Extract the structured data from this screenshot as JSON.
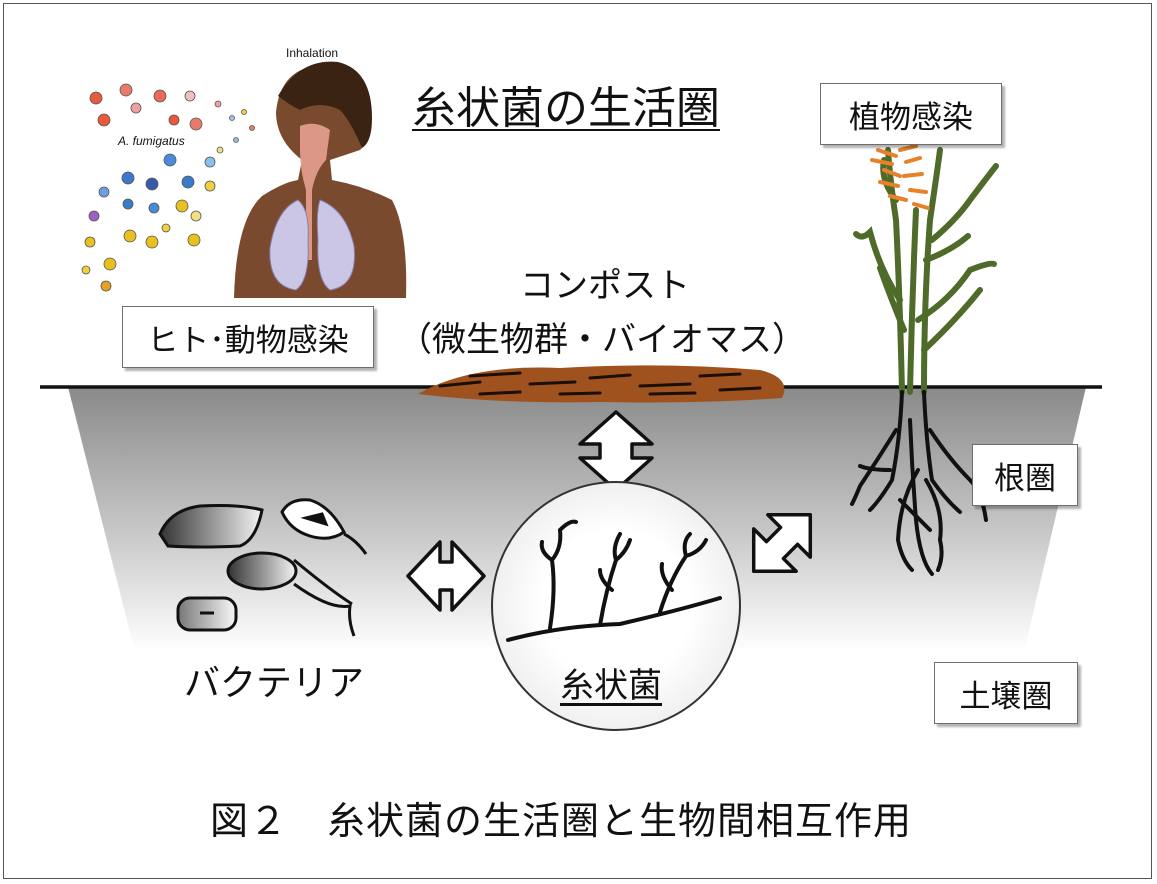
{
  "title": "糸状菌の生活圏",
  "compost": {
    "line1": "コンポスト",
    "line2": "（微生物群・バイオマス）"
  },
  "boxes": {
    "human_animal": "ヒト･動物感染",
    "plant": "植物感染",
    "rhizosphere": "根圏",
    "soil": "土壌圏"
  },
  "bacteria_label": "バクテリア",
  "fungus_label": "糸状菌",
  "caption": "図２　糸状菌の生活圏と生物間相互作用",
  "illustration": {
    "inhalation": "Inhalation",
    "species": "A. fumigatus"
  },
  "colors": {
    "soil_top": "#8c8c8c",
    "soil_bottom": "#ffffff",
    "compost": "#a0521e",
    "plant_stem": "#4f6b2a",
    "plant_flower": "#e8822a",
    "skin": "#7a4a2e",
    "lungs": "#cbc6e6"
  }
}
